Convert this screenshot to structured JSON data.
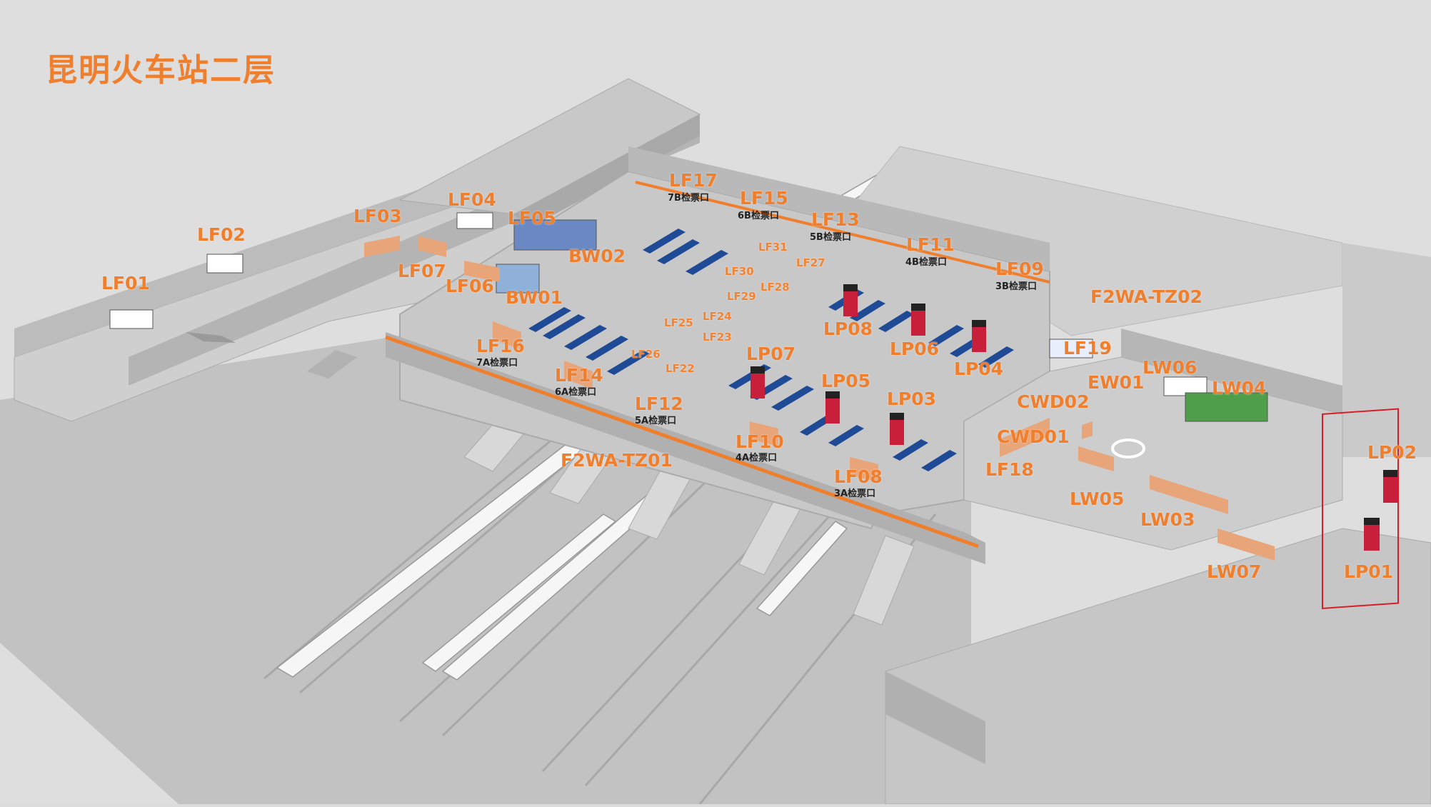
{
  "page_title": "昆明火车站二层",
  "colors": {
    "accent": "#f07f2d",
    "highlight": "#d81e2a",
    "seat": "#1f4a96",
    "floor": "#c8c8c8"
  },
  "labels": {
    "LF01": "LF01",
    "LF02": "LF02",
    "LF03": "LF03",
    "LF04": "LF04",
    "LF05": "LF05",
    "LF06": "LF06",
    "LF07": "LF07",
    "LF08": "LF08",
    "LF09": "LF09",
    "LF10": "LF10",
    "LF11": "LF11",
    "LF12": "LF12",
    "LF13": "LF13",
    "LF14": "LF14",
    "LF15": "LF15",
    "LF16": "LF16",
    "LF17": "LF17",
    "LF18": "LF18",
    "LF19": "LF19",
    "LF22": "LF22",
    "LF23": "LF23",
    "LF24": "LF24",
    "LF25": "LF25",
    "LF26": "LF26",
    "LF27": "LF27",
    "LF28": "LF28",
    "LF29": "LF29",
    "LF30": "LF30",
    "LF31": "LF31",
    "BW01": "BW01",
    "BW02": "BW02",
    "LP01": "LP01",
    "LP02": "LP02",
    "LP03": "LP03",
    "LP04": "LP04",
    "LP05": "LP05",
    "LP06": "LP06",
    "LP07": "LP07",
    "LP08": "LP08",
    "LW03": "LW03",
    "LW04": "LW04",
    "LW05": "LW05",
    "LW06": "LW06",
    "LW07": "LW07",
    "EW01": "EW01",
    "CWD01": "CWD01",
    "CWD02": "CWD02",
    "F2WA_TZ01": "F2WA-TZ01",
    "F2WA_TZ02": "F2WA-TZ02"
  },
  "gates": {
    "g7B": "7B检票口",
    "g6B": "6B检票口",
    "g5B": "5B检票口",
    "g4B": "4B检票口",
    "g3B": "3B检票口",
    "g7A": "7A检票口",
    "g6A": "6A检票口",
    "g5A": "5A检票口",
    "g4A": "4A检票口",
    "g3A": "3A检票口"
  }
}
